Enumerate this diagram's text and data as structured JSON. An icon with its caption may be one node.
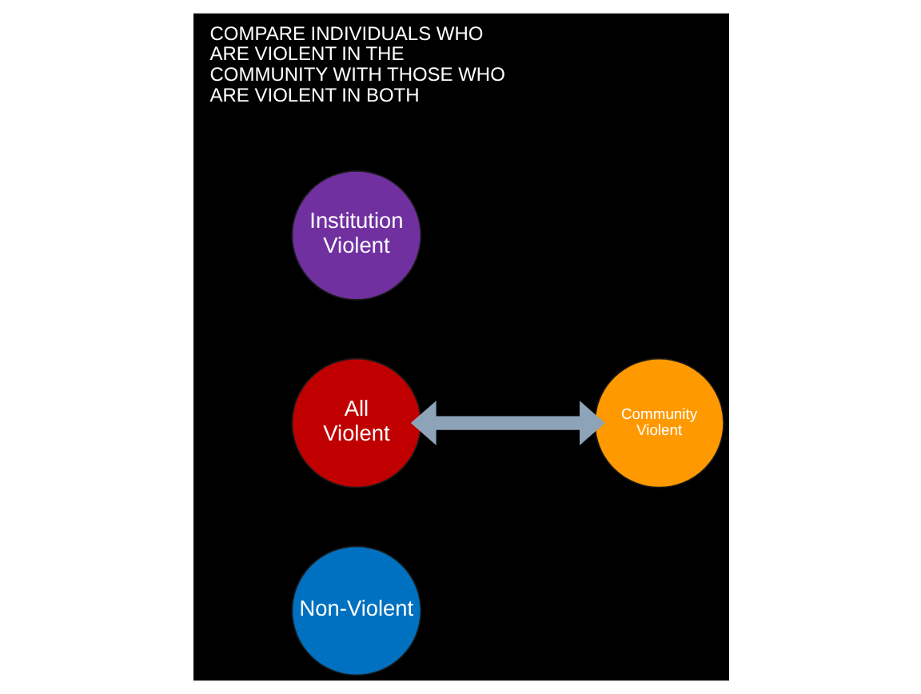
{
  "diagram": {
    "nodes": [
      {
        "text": [
          "Non-Violent"
        ]
      },
      {
        "text": [
          "All Violent"
        ]
      },
      {
        "text": [
          "Community Violent"
        ]
      },
      {
        "text": [
          "Institution Violent"
        ]
      }
    ],
    "edges": [
      {
        "from": 1,
        "to": 2,
        "arrow": "both",
        "color": "#8da3b8"
      }
    ],
    "labels": [
      "COMPARE INDIVIDUALS WHO ARE VIOLENT IN THE COMMUNITY WITH THOSE WHO ARE VIOLENT IN BOTH"
    ]
  }
}
